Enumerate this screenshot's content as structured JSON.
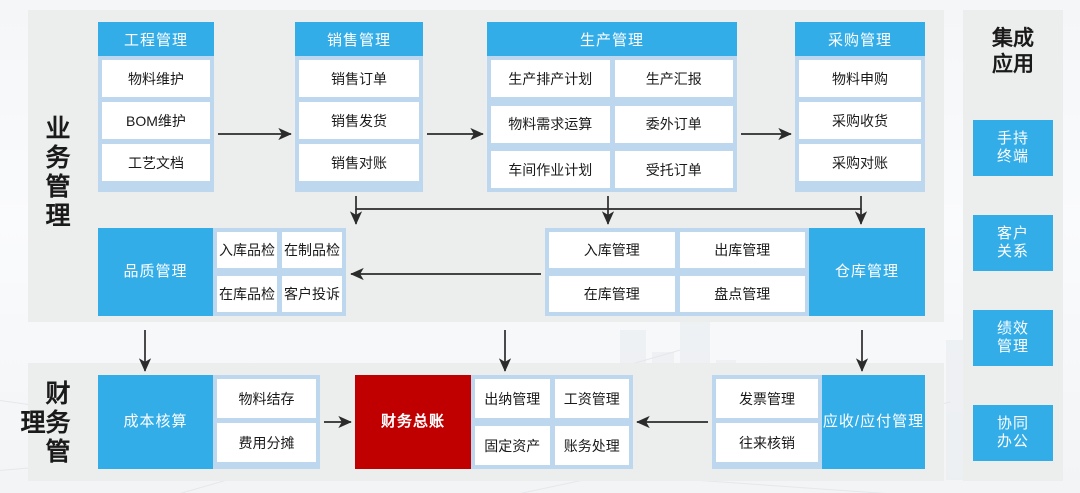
{
  "sections": {
    "business": {
      "title": "业务管理"
    },
    "finance": {
      "title": "财务管理"
    },
    "integration": {
      "title": "集成\n应用",
      "title_line1": "集成",
      "title_line2": "应用"
    }
  },
  "modules": {
    "engineering": {
      "header": "工程管理",
      "cells": [
        "物料维护",
        "BOM维护",
        "工艺文档"
      ]
    },
    "sales": {
      "header": "销售管理",
      "cells": [
        "销售订单",
        "销售发货",
        "销售对账"
      ]
    },
    "production": {
      "header": "生产管理",
      "cells": [
        "生产排产计划",
        "生产汇报",
        "物料需求运算",
        "委外订单",
        "车间作业计划",
        "受托订单"
      ]
    },
    "purchasing": {
      "header": "采购管理",
      "cells": [
        "物料申购",
        "采购收货",
        "采购对账"
      ]
    },
    "quality": {
      "header": "品质管理",
      "cells": [
        "入库品检",
        "在制品检",
        "在库品检",
        "客户投诉"
      ]
    },
    "warehouse": {
      "header": "仓库管理",
      "cells": [
        "入库管理",
        "出库管理",
        "在库管理",
        "盘点管理"
      ]
    },
    "cost": {
      "header": "成本核算",
      "cells": [
        "物料结存",
        "费用分摊"
      ]
    },
    "ledger": {
      "header": "财务总账",
      "cells": [
        "出纳管理",
        "工资管理",
        "固定资产",
        "账务处理"
      ]
    },
    "receivable": {
      "header": "应收/应付\n管理",
      "header_line1": "应收/应付",
      "header_line2": "管理",
      "cells": [
        "发票管理",
        "往来核销"
      ]
    }
  },
  "integration_apps": [
    {
      "line1": "手持",
      "line2": "终端"
    },
    {
      "line1": "客户",
      "line2": "关系"
    },
    {
      "line1": "绩效",
      "line2": "管理"
    },
    {
      "line1": "协同",
      "line2": "办公"
    }
  ],
  "colors": {
    "accent_blue": "#33ade8",
    "light_blue": "#bdd7ee",
    "panel_grey": "#eceded",
    "cell_white": "#ffffff",
    "ledger_red": "#c00000",
    "arrow": "#2b2b2b"
  }
}
